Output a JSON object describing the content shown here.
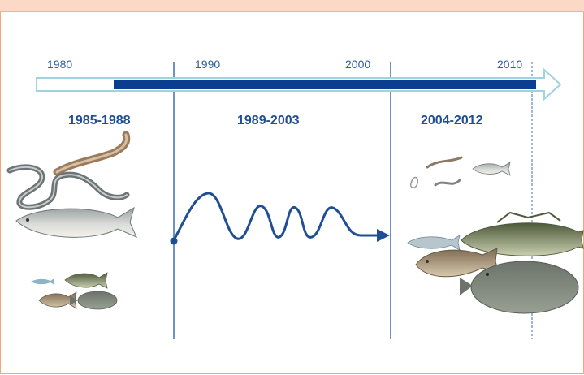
{
  "timeline": {
    "years": [
      "1980",
      "1990",
      "2000",
      "2010"
    ],
    "periods": [
      "1985-1988",
      "1989-2003",
      "2004-2012"
    ]
  },
  "colors": {
    "timeline_bar": "#0b3d91",
    "timeline_outline": "#9fd3de",
    "divider": "#3b6fb6",
    "wave": "#1f4f92",
    "header_band": "#fbd9c6"
  },
  "icons": {
    "left_group": [
      "eel-icon",
      "hagfish-icon",
      "herring-icon",
      "small-fish-icon",
      "cod-icon",
      "flatfish-icon"
    ],
    "right_group": [
      "eel-icon",
      "herring-icon",
      "pollock-icon",
      "cod-icon",
      "flatfish-icon"
    ]
  }
}
